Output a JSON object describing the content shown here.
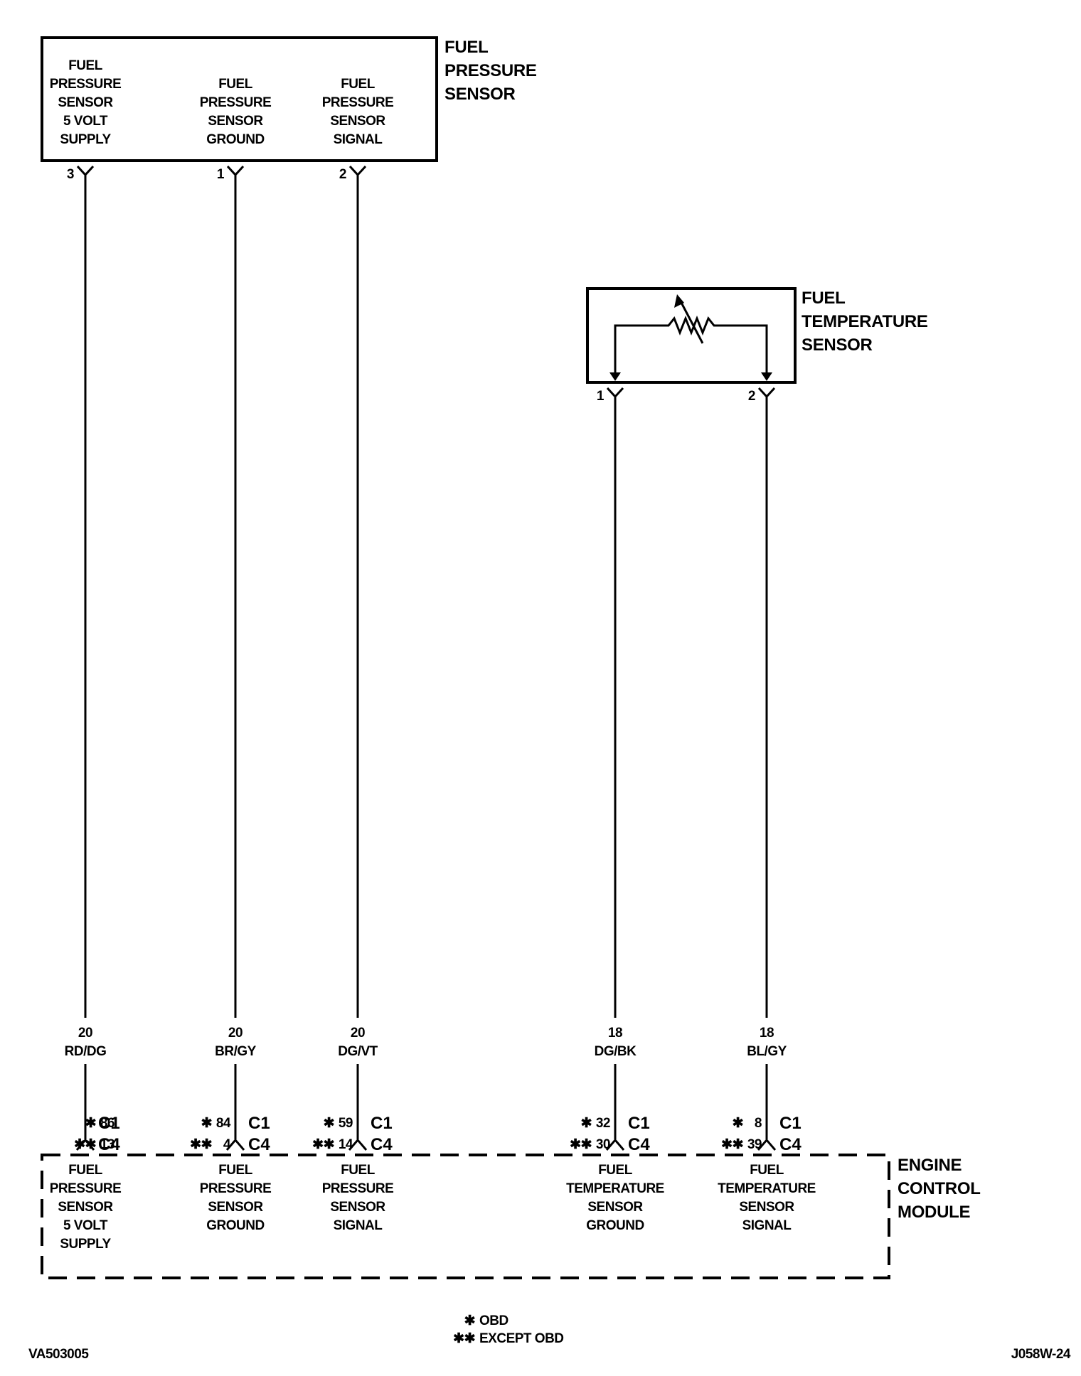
{
  "fuel_pressure_sensor": {
    "title_lines": [
      "FUEL",
      "PRESSURE",
      "SENSOR"
    ],
    "pins": [
      {
        "pin": "3",
        "label_lines": [
          "FUEL",
          "PRESSURE",
          "SENSOR",
          "5 VOLT",
          "SUPPLY"
        ]
      },
      {
        "pin": "1",
        "label_lines": [
          "FUEL",
          "PRESSURE",
          "SENSOR",
          "GROUND"
        ]
      },
      {
        "pin": "2",
        "label_lines": [
          "FUEL",
          "PRESSURE",
          "SENSOR",
          "SIGNAL"
        ]
      }
    ]
  },
  "fuel_temperature_sensor": {
    "title_lines": [
      "FUEL",
      "TEMPERATURE",
      "SENSOR"
    ],
    "pins": [
      "1",
      "2"
    ]
  },
  "wires": [
    {
      "gauge": "20",
      "color": "RD/DG",
      "obd_pin": "86",
      "except_obd_pin": "13"
    },
    {
      "gauge": "20",
      "color": "BR/GY",
      "obd_pin": "84",
      "except_obd_pin": "4"
    },
    {
      "gauge": "20",
      "color": "DG/VT",
      "obd_pin": "59",
      "except_obd_pin": "14"
    },
    {
      "gauge": "18",
      "color": "DG/BK",
      "obd_pin": "32",
      "except_obd_pin": "30"
    },
    {
      "gauge": "18",
      "color": "BL/GY",
      "obd_pin": "8",
      "except_obd_pin": "39"
    }
  ],
  "connector_labels": {
    "obd": "C1",
    "except_obd": "C4"
  },
  "engine_control_module": {
    "title_lines": [
      "ENGINE",
      "CONTROL",
      "MODULE"
    ],
    "pin_labels": [
      [
        "FUEL",
        "PRESSURE",
        "SENSOR",
        "5 VOLT",
        "SUPPLY"
      ],
      [
        "FUEL",
        "PRESSURE",
        "SENSOR",
        "GROUND"
      ],
      [
        "FUEL",
        "PRESSURE",
        "SENSOR",
        "SIGNAL"
      ],
      [
        "FUEL",
        "TEMPERATURE",
        "SENSOR",
        "GROUND"
      ],
      [
        "FUEL",
        "TEMPERATURE",
        "SENSOR",
        "SIGNAL"
      ]
    ]
  },
  "legend": {
    "obd_marker": "✱",
    "except_obd_marker": "✱✱",
    "obd_text": "OBD",
    "except_obd_text": "EXCEPT OBD"
  },
  "footer": {
    "left_id": "VA503005",
    "right_id": "J058W-24"
  }
}
